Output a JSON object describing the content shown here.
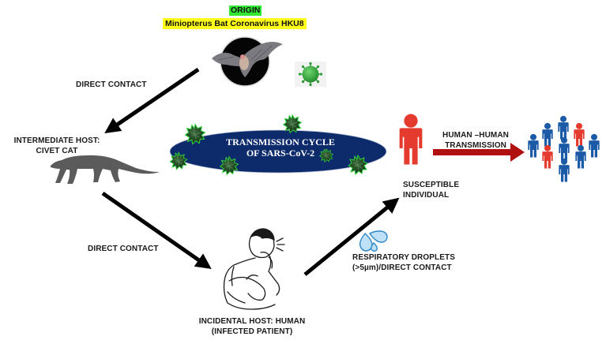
{
  "origin": {
    "title": "ORIGIN",
    "subtitle": "Miniopterus Bat Coronavirus HKU8",
    "title_highlight": "#33e633",
    "subtitle_highlight": "#ffff1a",
    "icons": [
      "bat-icon",
      "coronavirus-icon"
    ]
  },
  "edges": [
    {
      "from": "origin",
      "to": "intermediate-host",
      "label": "DIRECT  CONTACT"
    },
    {
      "from": "intermediate-host",
      "to": "incidental-host",
      "label": "DIRECT CONTACT"
    },
    {
      "from": "incidental-host",
      "to": "susceptible-individual",
      "label_lines": [
        "RESPIRATORY DROPLETS",
        "(>5µm)/DIRECT CONTACT"
      ]
    },
    {
      "from": "susceptible-individual",
      "to": "population",
      "label_lines": [
        "HUMAN –HUMAN",
        "TRANSMISSION"
      ]
    }
  ],
  "intermediate_host": {
    "lines": [
      "INTERMEDIATE HOST:",
      "CIVET CAT"
    ],
    "icon": "civet-cat-icon"
  },
  "center": {
    "lines": [
      "TRANSMISSION CYCLE",
      "OF SARS-CoV-2"
    ],
    "fill": "#0d2a6b"
  },
  "incidental_host": {
    "lines": [
      "INCIDENTAL HOST: HUMAN",
      "(INFECTED PATIENT)"
    ],
    "icon": "coughing-man-icon"
  },
  "susceptible": {
    "lines": [
      "SUSCEPTIBLE",
      "INDIVIDUAL"
    ],
    "icon": "person-icon",
    "color": "#e53a2e"
  },
  "population": {
    "colors": [
      "blue",
      "blue",
      "blue",
      "red",
      "blue",
      "red",
      "blue",
      "blue",
      "blue"
    ],
    "blue": "#1a5aa6",
    "red": "#e53a2e"
  },
  "droplets": {
    "icon": "water-droplets-icon",
    "color": "#4aa3e0"
  },
  "arrow_colors": {
    "black": "#000000",
    "red": "#b01010"
  }
}
